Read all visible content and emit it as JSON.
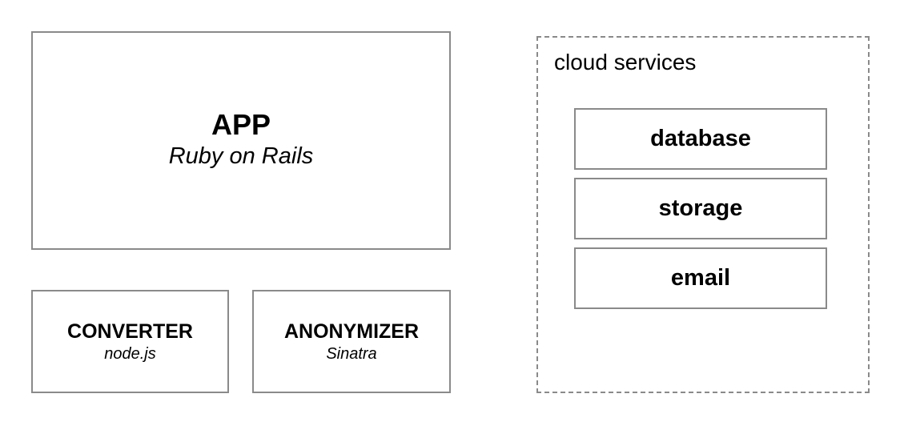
{
  "app": {
    "title": "APP",
    "subtitle": "Ruby on Rails"
  },
  "converter": {
    "title": "CONVERTER",
    "subtitle": "node.js"
  },
  "anonymizer": {
    "title": "ANONYMIZER",
    "subtitle": "Sinatra"
  },
  "cloud": {
    "label": "cloud services",
    "services": [
      {
        "label": "database"
      },
      {
        "label": "storage"
      },
      {
        "label": "email"
      }
    ]
  },
  "colors": {
    "border": "#8a8a8a",
    "background": "#ffffff",
    "text": "#000000"
  }
}
